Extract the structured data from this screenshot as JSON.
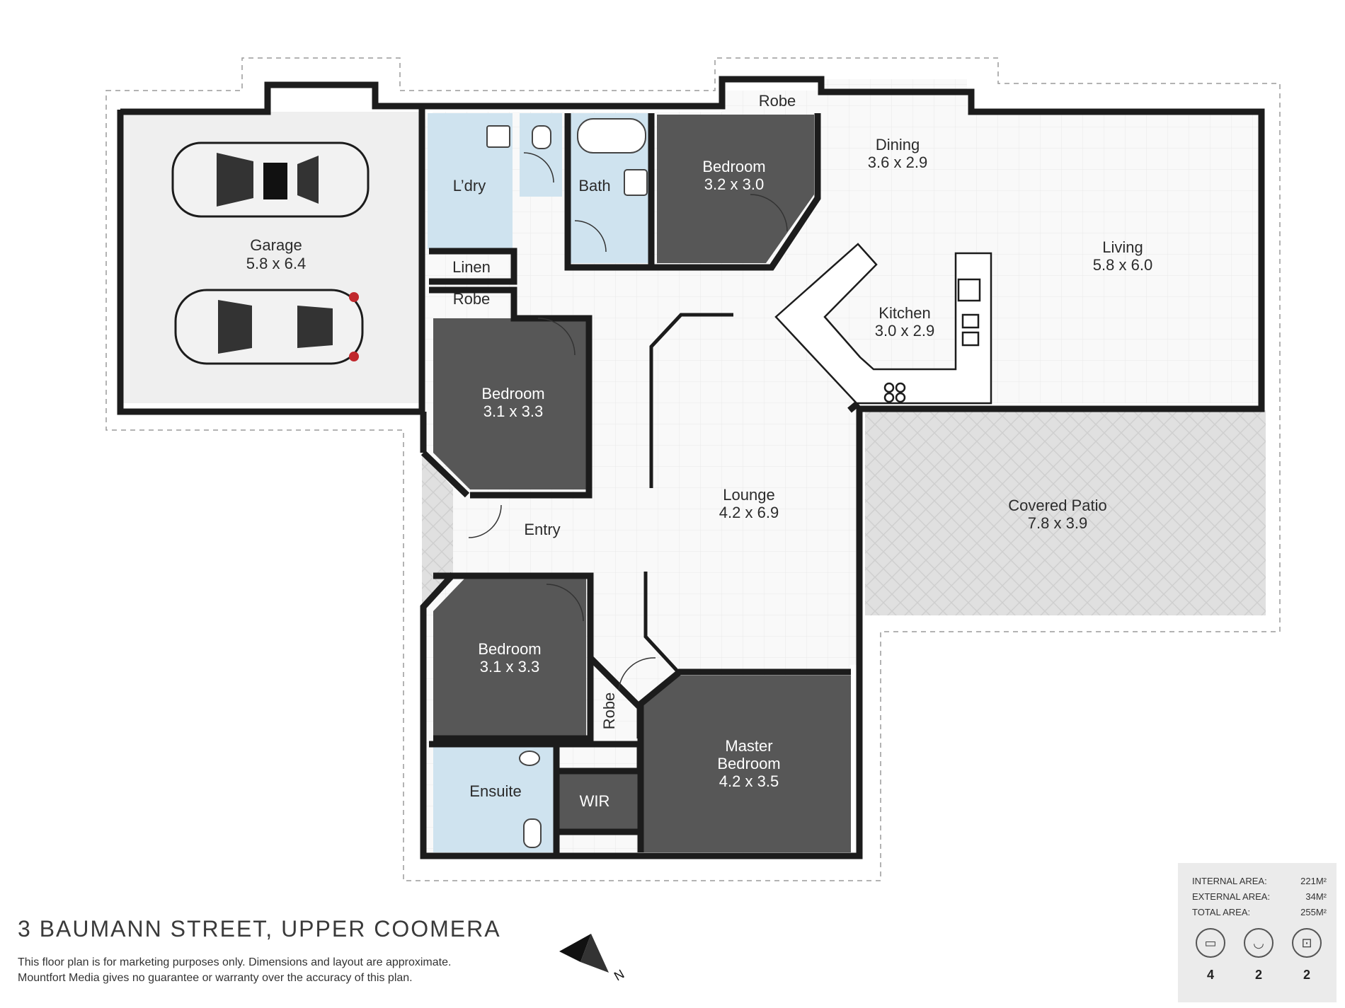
{
  "rooms": {
    "garage": {
      "name": "Garage",
      "dims": "5.8 x 6.4"
    },
    "laundry": {
      "name": "L’dry"
    },
    "bath": {
      "name": "Bath"
    },
    "robe_top": {
      "name": "Robe"
    },
    "bedroom_top": {
      "name": "Bedroom",
      "dims": "3.2 x 3.0"
    },
    "dining": {
      "name": "Dining",
      "dims": "3.6 x 2.9"
    },
    "living": {
      "name": "Living",
      "dims": "5.8 x 6.0"
    },
    "kitchen": {
      "name": "Kitchen",
      "dims": "3.0 x 2.9"
    },
    "linen": {
      "name": "Linen"
    },
    "robe_left": {
      "name": "Robe"
    },
    "bedroom_left_upper": {
      "name": "Bedroom",
      "dims": "3.1 x 3.3"
    },
    "lounge": {
      "name": "Lounge",
      "dims": "4.2 x 6.9"
    },
    "covered_patio": {
      "name": "Covered Patio",
      "dims": "7.8 x 3.9"
    },
    "entry": {
      "name": "Entry"
    },
    "bedroom_left_lower": {
      "name": "Bedroom",
      "dims": "3.1 x 3.3"
    },
    "robe_lower": {
      "name": "Robe"
    },
    "master_bedroom": {
      "name_line1": "Master",
      "name_line2": "Bedroom",
      "dims": "4.2 x 3.5"
    },
    "ensuite": {
      "name": "Ensuite"
    },
    "wir": {
      "name": "WIR"
    }
  },
  "footer": {
    "address": "3 BAUMANN STREET, UPPER COOMERA",
    "disclaimer_line1": "This floor plan is for marketing purposes only. Dimensions and layout are approximate.",
    "disclaimer_line2": "Mountfort Media gives no guarantee or warranty over the accuracy of this plan."
  },
  "areas": [
    {
      "label": "INTERNAL AREA:",
      "value": "221M²"
    },
    {
      "label": "EXTERNAL AREA:",
      "value": "34M²"
    },
    {
      "label": "TOTAL AREA:",
      "value": "255M²"
    }
  ],
  "features": [
    {
      "icon": "bed-icon",
      "count": "4"
    },
    {
      "icon": "bath-icon",
      "count": "2"
    },
    {
      "icon": "car-icon",
      "count": "2"
    }
  ],
  "compass": {
    "letter": "N"
  },
  "colors": {
    "wall": "#1c1c1c",
    "dark_room": "#555555",
    "wet_area": "#cfe3ef",
    "floor": "#f8f8f8",
    "garage_floor": "#eeeeee",
    "patio": "#e2e2e2"
  }
}
